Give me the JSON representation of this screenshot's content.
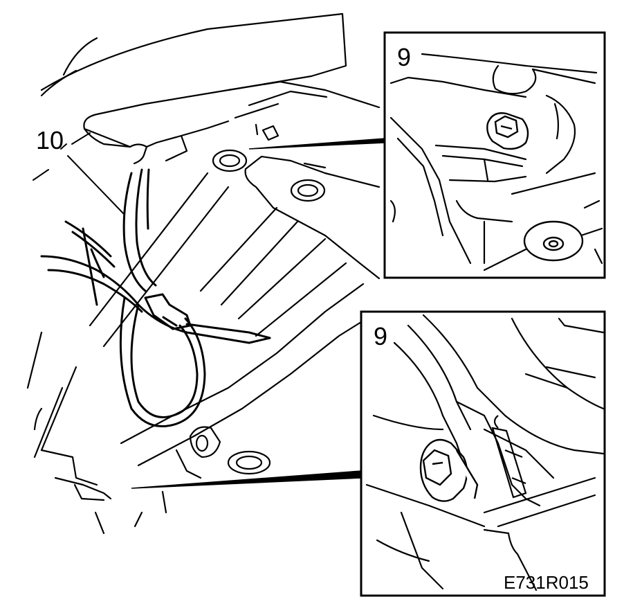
{
  "callouts": {
    "main": "10",
    "inset_top": "9",
    "inset_bottom": "9"
  },
  "figure_reference": "E731R015",
  "colors": {
    "line": "#000000",
    "background": "#ffffff"
  }
}
